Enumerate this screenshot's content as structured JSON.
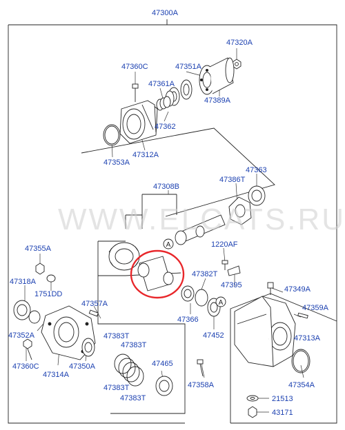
{
  "watermark": "WWW.ELCATS.RU",
  "section_ref": "A",
  "colors": {
    "label": "#1a3fb0",
    "line": "#222222",
    "highlight": "#e8262a"
  },
  "labels": {
    "p47300A": "47300A",
    "p47320A": "47320A",
    "p47360C": "47360C",
    "p47351A": "47351A",
    "p47361A": "47361A",
    "p47389A": "47389A",
    "p47362": "47362",
    "p47353A": "47353A",
    "p47312A": "47312A",
    "p47363": "47363",
    "p47386T": "47386T",
    "p47308B": "47308B",
    "p1220AF": "1220AF",
    "p47355A": "47355A",
    "p47318A": "47318A",
    "p1751DD": "1751DD",
    "p47382T": "47382T",
    "p47395": "47395",
    "p47349A": "47349A",
    "p47357A": "47357A",
    "p47359A": "47359A",
    "p47366": "47366",
    "p47352A": "47352A",
    "p47452": "47452",
    "p47313A": "47313A",
    "p47383T_a": "47383T",
    "p47383T_b": "47383T",
    "p47360C_b": "47360C",
    "p47314A": "47314A",
    "p47350A": "47350A",
    "p47354A": "47354A",
    "p47465": "47465",
    "p47383T_c": "47383T",
    "p47358A": "47358A",
    "p47383T_d": "47383T",
    "p21513": "21513",
    "p43171": "43171"
  }
}
